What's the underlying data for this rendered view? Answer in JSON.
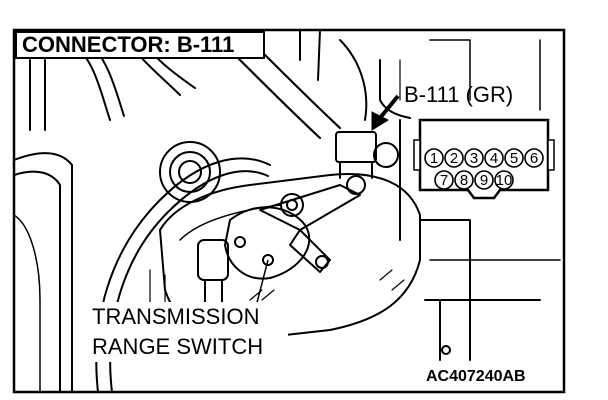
{
  "title": "CONNECTOR: B-111",
  "connector_callout": "B-111 (GR)",
  "connector_pins": [
    "1",
    "2",
    "3",
    "4",
    "5",
    "6",
    "7",
    "8",
    "9",
    "10"
  ],
  "component_label_line1": "TRANSMISSION",
  "component_label_line2": "RANGE SWITCH",
  "figure_code": "AC407240AB"
}
